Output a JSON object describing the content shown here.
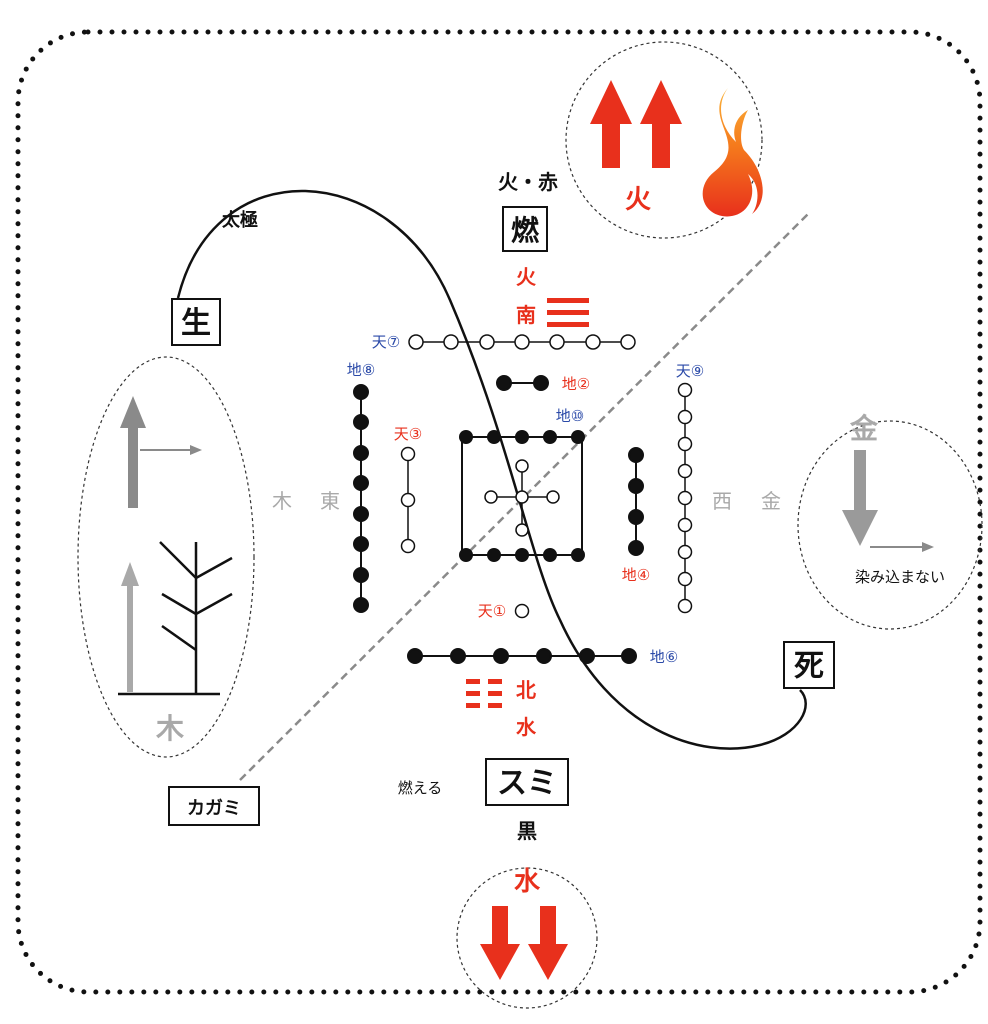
{
  "labels": {
    "fire_red": "火・赤",
    "taikyoku": "太極",
    "moeru_box": "燃",
    "fire_trigram_fire": "火",
    "fire_trigram_south": "南",
    "sei": "生",
    "shi": "死",
    "kagami": "カガミ",
    "moeru": "燃える",
    "sumi": "スミ",
    "black": "黒",
    "north": "北",
    "water_trigram": "水",
    "wood_east_1": "木",
    "wood_east_2": "東",
    "west": "西",
    "metal_side": "金"
  },
  "fire_circle": {
    "label": "火"
  },
  "water_circle": {
    "label": "水"
  },
  "wood_oval": {
    "label": "木"
  },
  "metal_oval": {
    "top": "金",
    "caption": "染み込まない"
  },
  "numbers": {
    "ten7": "天⑦",
    "chi8": "地⑧",
    "chi2": "地②",
    "ten9": "天⑨",
    "chi10": "地⑩",
    "ten3": "天③",
    "chi4": "地④",
    "ten1": "天①",
    "chi6": "地⑥"
  },
  "colors": {
    "red": "#e8301c",
    "blue": "#2b4aa8",
    "gray": "#9a9a9a",
    "black": "#111111"
  }
}
